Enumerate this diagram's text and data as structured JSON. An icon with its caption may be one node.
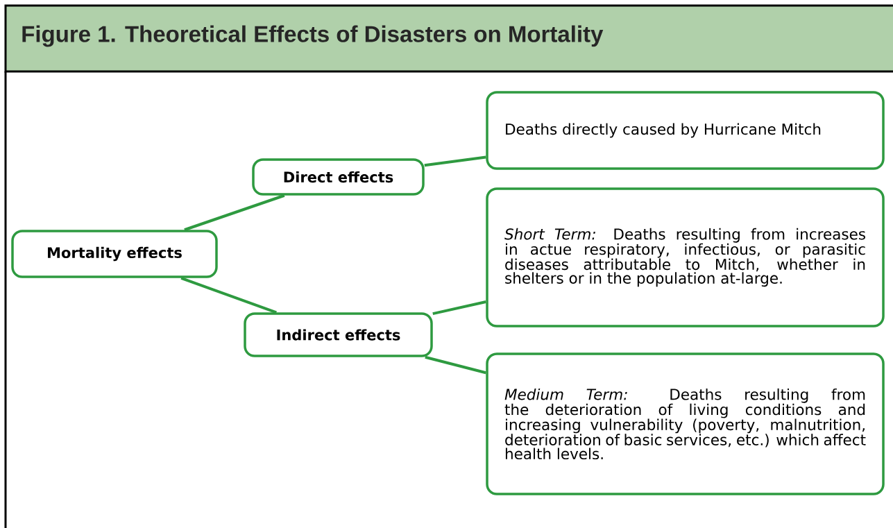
{
  "diagram": {
    "title": "Figure 1. Theoretical Effects of Disasters on Mortality",
    "nodes": [
      {
        "text": [
          "Mortality effects"
        ]
      },
      {
        "text": [
          "Direct effects"
        ]
      },
      {
        "text": [
          "Indirect effects"
        ]
      },
      {
        "text": [
          "Deaths directly caused by Hurricane Mitch"
        ]
      },
      {
        "text": [
          "*Short Term:* Deaths resulting from increases in actue respiratory, infectious, or parasitic diseases attributable to Mitch, whether in shelters or in the population at-large."
        ]
      },
      {
        "text": [
          "*Medium Term:* Deaths resulting from the deterioration of living conditions and increasing vulnerability (poverty, malnutrition, deterioration of basic services, etc.) which affect health levels."
        ]
      }
    ],
    "edges": [
      {
        "from": 0,
        "to": 1,
        "arrow": "none"
      },
      {
        "from": 0,
        "to": 2,
        "arrow": "none"
      },
      {
        "from": 1,
        "to": 3,
        "arrow": "none"
      },
      {
        "from": 2,
        "to": 4,
        "arrow": "none"
      },
      {
        "from": 2,
        "to": 5,
        "arrow": "none"
      }
    ]
  }
}
